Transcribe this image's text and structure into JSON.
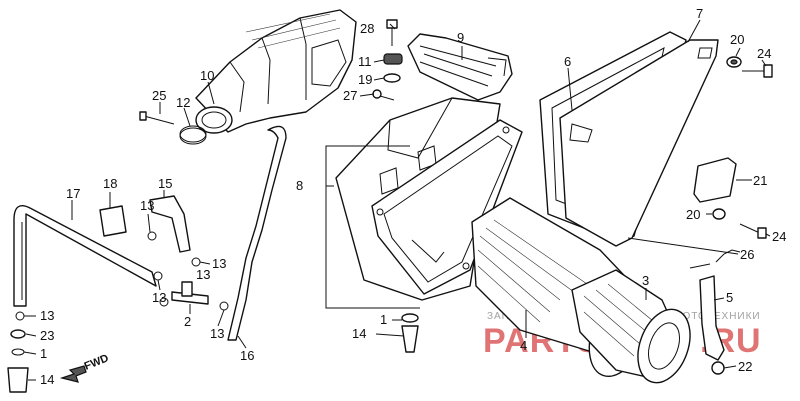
{
  "callouts": {
    "c1a": "1",
    "c1b": "1",
    "c2": "2",
    "c3": "3",
    "c4": "4",
    "c5": "5",
    "c6": "6",
    "c7": "7",
    "c8": "8",
    "c9": "9",
    "c10": "10",
    "c11": "11",
    "c12": "12",
    "c13a": "13",
    "c13b": "13",
    "c13c": "13",
    "c13d": "13",
    "c13e": "13",
    "c13f": "13",
    "c14a": "14",
    "c14b": "14",
    "c15": "15",
    "c16": "16",
    "c17": "17",
    "c18": "18",
    "c19": "19",
    "c20a": "20",
    "c20b": "20",
    "c21": "21",
    "c22": "22",
    "c23": "23",
    "c24a": "24",
    "c24b": "24",
    "c25": "25",
    "c26": "26",
    "c27": "27",
    "c28": "28"
  },
  "forward_label": "FWD",
  "watermark": {
    "text": "PARTS",
    "tagline": "ЗАПЧАСТИ И АКСЕССУАРЫ ДЛЯ МОТОТЕХНИКИ",
    "domain": ".RU"
  }
}
